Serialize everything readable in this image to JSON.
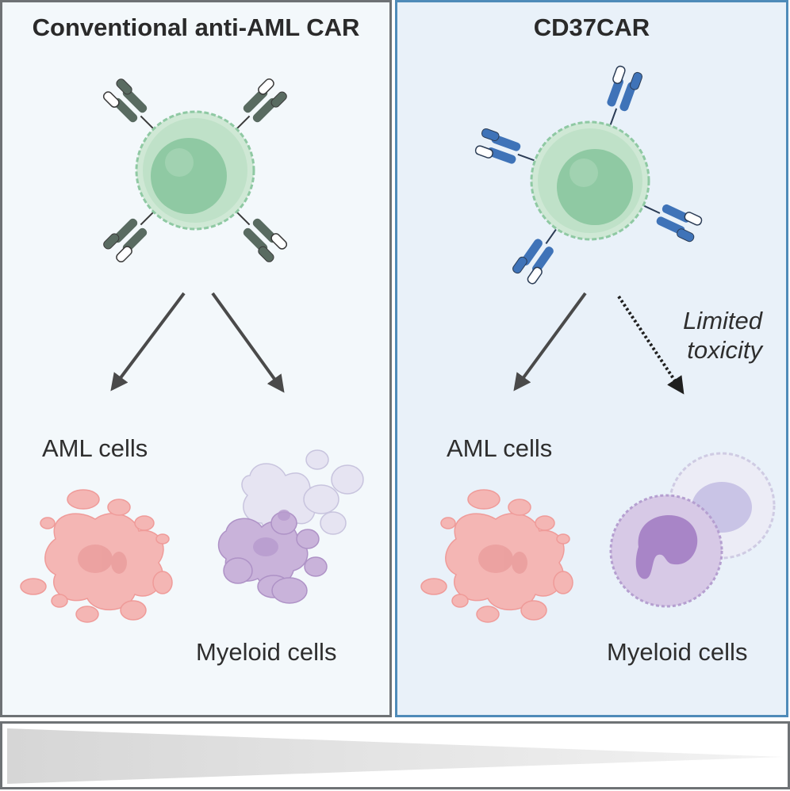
{
  "left_panel": {
    "title": "Conventional anti-AML CAR",
    "label_aml": "AML cells",
    "label_myeloid": "Myeloid cells"
  },
  "right_panel": {
    "title": "CD37CAR",
    "label_aml": "AML cells",
    "label_myeloid": "Myeloid cells",
    "annotation_line1": "Limited",
    "annotation_line2": "toxicity"
  },
  "colors": {
    "tcell_fill": "#bfe1c8",
    "tcell_nucleus": "#8fc9a3",
    "receptor_conventional": "#596b61",
    "receptor_cd37": "#3f73b8",
    "aml_cells": "#f4b6b4",
    "myeloid_cells": "#c9b3da",
    "arrow": "#4a4a4a"
  },
  "icons": [
    "t-cell-icon",
    "car-receptor-icon",
    "aml-cell-cluster-icon",
    "myeloid-cell-cluster-icon",
    "gradient-wedge-icon"
  ]
}
